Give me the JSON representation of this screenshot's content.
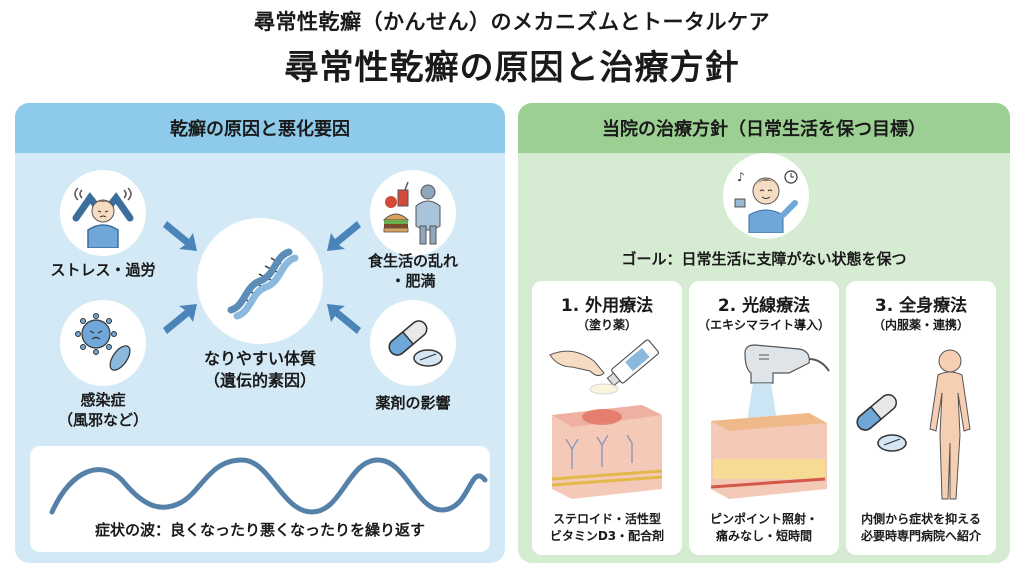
{
  "header": {
    "subtitle": "尋常性乾癬（かんせん）のメカニズムとトータルケア",
    "title": "尋常性乾癬の原因と治療方針"
  },
  "left_panel": {
    "title": "乾癬の原因と悪化要因",
    "center": {
      "line1": "なりやすい体質",
      "line2": "（遺伝的素因）",
      "icon": "dna-icon"
    },
    "factors": [
      {
        "line1": "ストレス・過労",
        "line2": "",
        "icon": "stressed-person-icon"
      },
      {
        "line1": "食生活の乱れ",
        "line2": "・肥満",
        "icon": "food-obesity-icon"
      },
      {
        "line1": "感染症",
        "line2": "（風邪など）",
        "icon": "virus-bacteria-icon"
      },
      {
        "line1": "薬剤の影響",
        "line2": "",
        "icon": "pills-icon"
      }
    ],
    "wave": {
      "caption": "症状の波：良くなったり悪くなったりを繰り返す"
    }
  },
  "right_panel": {
    "title": "当院の治療方針（日常生活を保つ目標）",
    "goal": "ゴール：日常生活に支障がない状態を保つ",
    "treatments": [
      {
        "title": "1. 外用療法",
        "subtitle": "（塗り薬）",
        "desc1": "ステロイド・活性型",
        "desc2": "ビタミンD3・配合剤",
        "icon": "ointment-skin-icon"
      },
      {
        "title": "2. 光線療法",
        "subtitle": "（エキシマライト導入）",
        "desc1": "ピンポイント照射・",
        "desc2": "痛みなし・短時間",
        "icon": "light-device-skin-icon"
      },
      {
        "title": "3. 全身療法",
        "subtitle": "（内服薬・連携）",
        "desc1": "内側から症状を抑える",
        "desc2": "必要時専門病院へ紹介",
        "icon": "pills-body-icon"
      }
    ]
  },
  "colors": {
    "left_header": "#8ecbea",
    "left_bg": "#d3eaf6",
    "right_header": "#9bd092",
    "right_bg": "#d6ecd2",
    "arrow": "#4a84b8",
    "wave": "#5581a8"
  }
}
